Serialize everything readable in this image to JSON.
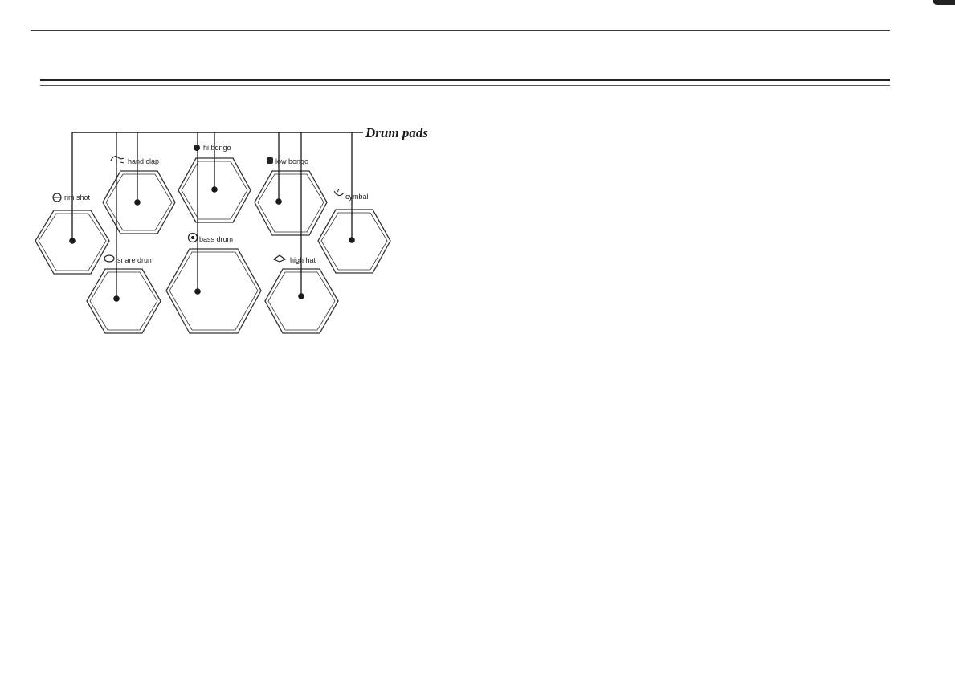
{
  "callout": {
    "text": "Drum pads"
  },
  "pads": [
    {
      "id": "rim-shot",
      "label": "rim shot",
      "icon": "rim-shot-icon"
    },
    {
      "id": "hand-clap",
      "label": "hand clap",
      "icon": "hand-clap-icon"
    },
    {
      "id": "hi-bongo",
      "label": "hi bongo",
      "icon": "hi-bongo-icon"
    },
    {
      "id": "low-bongo",
      "label": "low bongo",
      "icon": "low-bongo-icon"
    },
    {
      "id": "cymbal",
      "label": "cymbal",
      "icon": "cymbal-icon"
    },
    {
      "id": "snare-drum",
      "label": "snare drum",
      "icon": "snare-drum-icon"
    },
    {
      "id": "bass-drum",
      "label": "bass drum",
      "icon": "bass-drum-icon"
    },
    {
      "id": "high-hat",
      "label": "high hat",
      "icon": "high-hat-icon"
    }
  ],
  "colors": {
    "line": "#1a1a1a",
    "pad_outline": "#333333"
  }
}
